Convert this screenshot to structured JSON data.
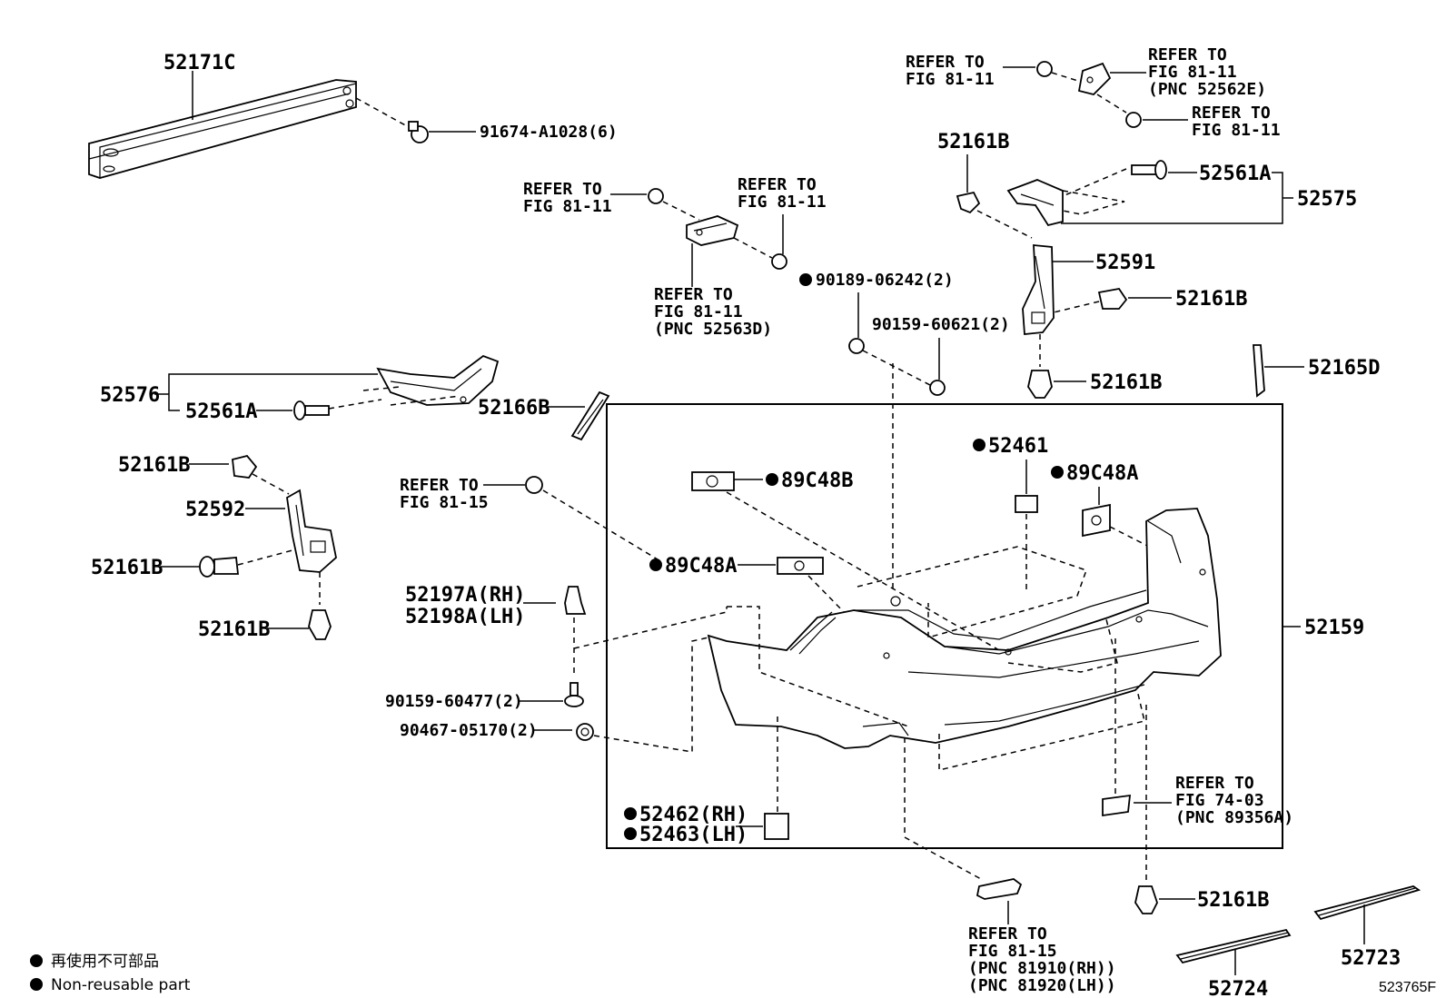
{
  "diagram_code": "523765F",
  "legend": {
    "jp": "再使用不可部品",
    "en": "Non-reusable part"
  },
  "labels": {
    "p52171C": "52171C",
    "p91674": "91674-A1028(6)",
    "refer_tl_1": "REFER TO",
    "refer_tl_2": "FIG 81-11",
    "refer_tm_1": "REFER TO",
    "refer_tm_2": "FIG 81-11",
    "refer_mid_1": "REFER TO",
    "refer_mid_2": "FIG 81-11",
    "refer_mid_3": "(PNC 52563D)",
    "p90189": "90189-06242(2)",
    "p90159a": "90159-60621(2)",
    "refer_tr1_1": "REFER TO",
    "refer_tr1_2": "FIG 81-11",
    "refer_tr2_1": "REFER TO",
    "refer_tr2_2": "FIG 81-11",
    "refer_tr2_3": "(PNC 52562E)",
    "refer_tr3_1": "REFER TO",
    "refer_tr3_2": "FIG 81-11",
    "p52161B_top": "52161B",
    "p52561A_r": "52561A",
    "p52575": "52575",
    "p52591": "52591",
    "p52161B_r1": "52161B",
    "p52161B_r2": "52161B",
    "p52165D": "52165D",
    "p52576": "52576",
    "p52561A_l": "52561A",
    "p52166B": "52166B",
    "p52161B_l1": "52161B",
    "p52592": "52592",
    "p52161B_l2": "52161B",
    "p52161B_l3": "52161B",
    "refer_l15_1": "REFER TO",
    "refer_l15_2": "FIG 81-15",
    "p89C48B": "89C48B",
    "p89C48A_c": "89C48A",
    "p52461": "52461",
    "p89C48A_r": "89C48A",
    "p52197A": "52197A(RH)",
    "p52198A": "52198A(LH)",
    "p52159": "52159",
    "p90159b": "90159-60477(2)",
    "p90467": "90467-05170(2)",
    "p52462": "52462(RH)",
    "p52463": "52463(LH)",
    "refer_74_1": "REFER TO",
    "refer_74_2": "FIG 74-03",
    "refer_74_3": "(PNC 89356A)",
    "refer_b15_1": "REFER TO",
    "refer_b15_2": "FIG 81-15",
    "refer_b15_3": "(PNC 81910(RH))",
    "refer_b15_4": "(PNC 81920(LH))",
    "p52161B_b": "52161B",
    "p52723": "52723",
    "p52724": "52724"
  }
}
